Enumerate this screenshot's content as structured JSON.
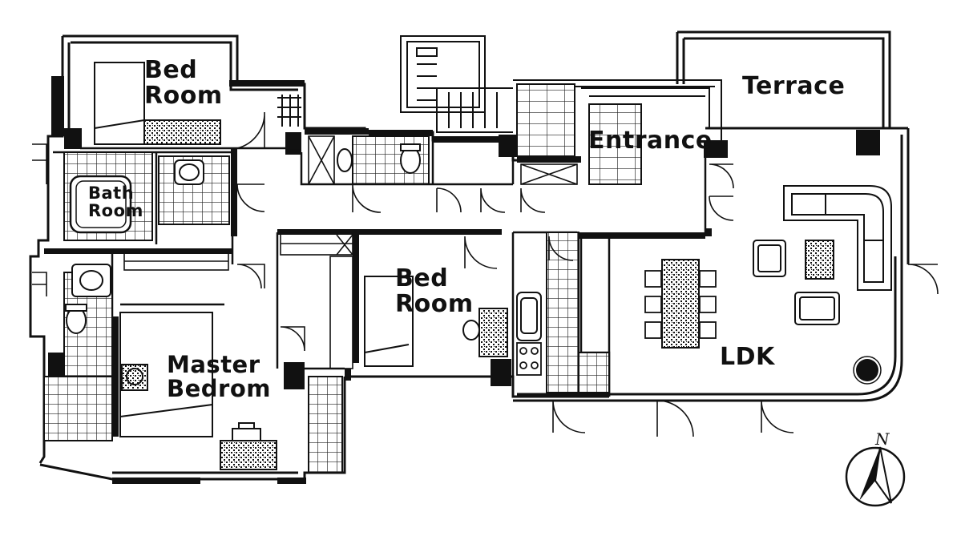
{
  "rooms": {
    "bed_room_1": {
      "line1": "Bed",
      "line2": "Room"
    },
    "bath_room": {
      "line1": "Bath",
      "line2": "Room"
    },
    "terrace": {
      "label": "Terrace"
    },
    "entrance": {
      "label": "Entrance"
    },
    "bed_room_2": {
      "line1": "Bed",
      "line2": "Room"
    },
    "master_bedroom": {
      "line1": "Master",
      "line2": "Bedrom"
    },
    "ldk": {
      "label": "LDK"
    }
  },
  "compass": {
    "label": "N"
  },
  "colors": {
    "wall": "#111111",
    "line": "#222222",
    "background": "#ffffff"
  },
  "icons": [
    "compass-icon",
    "door-swing-icon",
    "bed-icon",
    "bathtub-icon",
    "toilet-icon",
    "sofa-icon",
    "dining-table-icon",
    "stairs-icon"
  ]
}
